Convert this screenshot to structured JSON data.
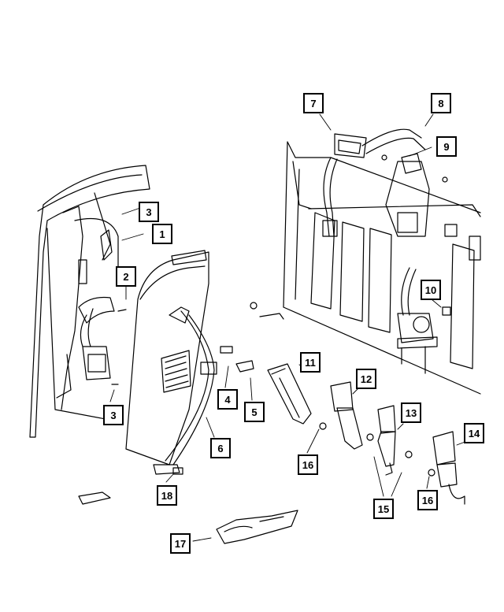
{
  "diagram": {
    "callouts": [
      {
        "id": "c1",
        "label": "1"
      },
      {
        "id": "c2",
        "label": "2"
      },
      {
        "id": "c3a",
        "label": "3"
      },
      {
        "id": "c3b",
        "label": "3"
      },
      {
        "id": "c4",
        "label": "4"
      },
      {
        "id": "c5",
        "label": "5"
      },
      {
        "id": "c6",
        "label": "6"
      },
      {
        "id": "c7",
        "label": "7"
      },
      {
        "id": "c8",
        "label": "8"
      },
      {
        "id": "c9",
        "label": "9"
      },
      {
        "id": "c10",
        "label": "10"
      },
      {
        "id": "c11",
        "label": "11"
      },
      {
        "id": "c12",
        "label": "12"
      },
      {
        "id": "c13",
        "label": "13"
      },
      {
        "id": "c14",
        "label": "14"
      },
      {
        "id": "c15",
        "label": "15"
      },
      {
        "id": "c16a",
        "label": "16"
      },
      {
        "id": "c16b",
        "label": "16"
      },
      {
        "id": "c17",
        "label": "17"
      },
      {
        "id": "c18",
        "label": "18"
      }
    ]
  },
  "colors": {
    "line": "#000000",
    "background": "#ffffff"
  }
}
